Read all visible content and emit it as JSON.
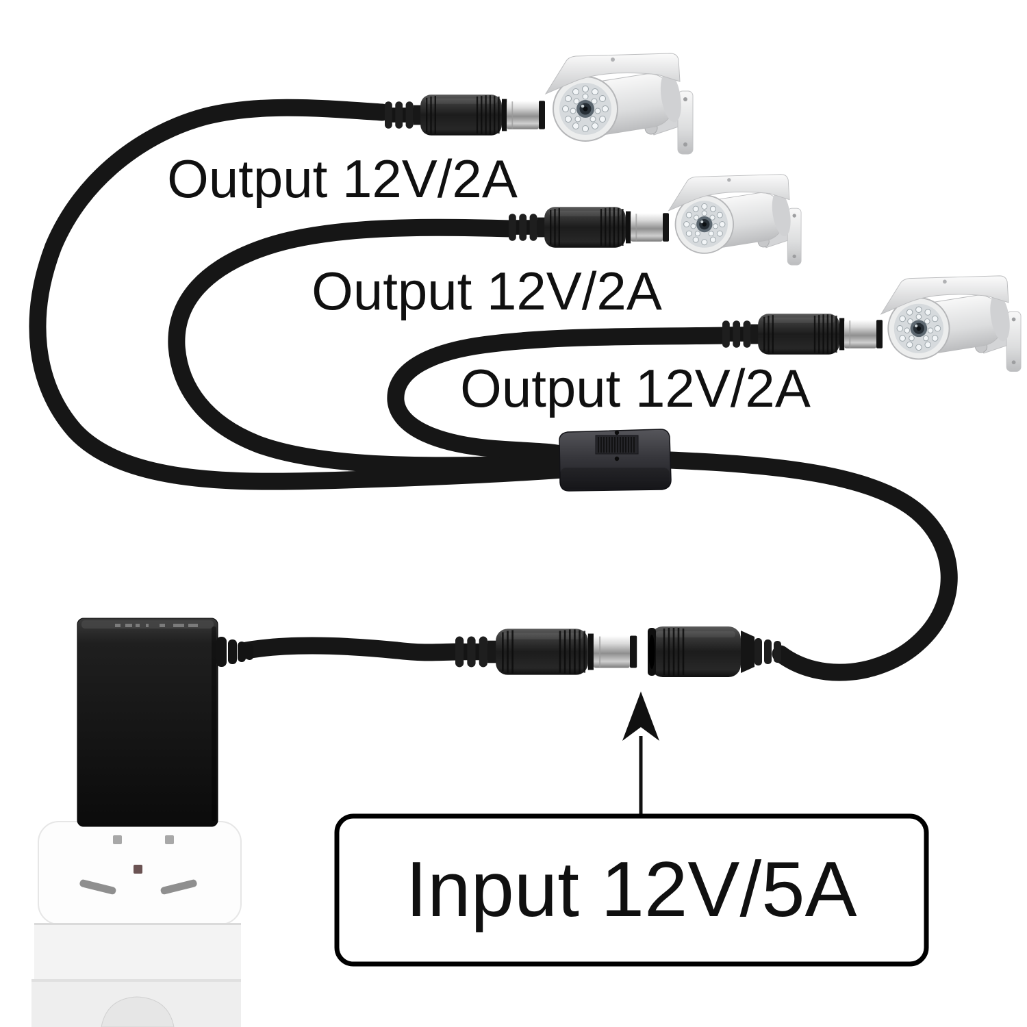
{
  "labels": {
    "output_1": "Output 12V/2A",
    "output_2": "Output 12V/2A",
    "output_3": "Output 12V/2A",
    "input": "Input 12V/5A"
  },
  "colors": {
    "background": "#ffffff",
    "cable": "#161616",
    "text": "#101010",
    "metal_tip": "#c8c8c8",
    "camera_body": "#e3e4e6",
    "splitter_body": "#37373c",
    "adapter_body": "#141414",
    "socket_body": "#f4f4f4",
    "input_box_fill": "#ffffff",
    "input_box_border": "#000000"
  },
  "objects": {
    "camera": "security-camera",
    "splitter": "one-to-three-dc-splitter",
    "adapter": "power-adapter",
    "socket": "wall-socket",
    "male_plug": "dc-male-plug",
    "female_jack": "dc-female-jack",
    "arrow": "up-arrow",
    "callout": "input-callout-box"
  }
}
